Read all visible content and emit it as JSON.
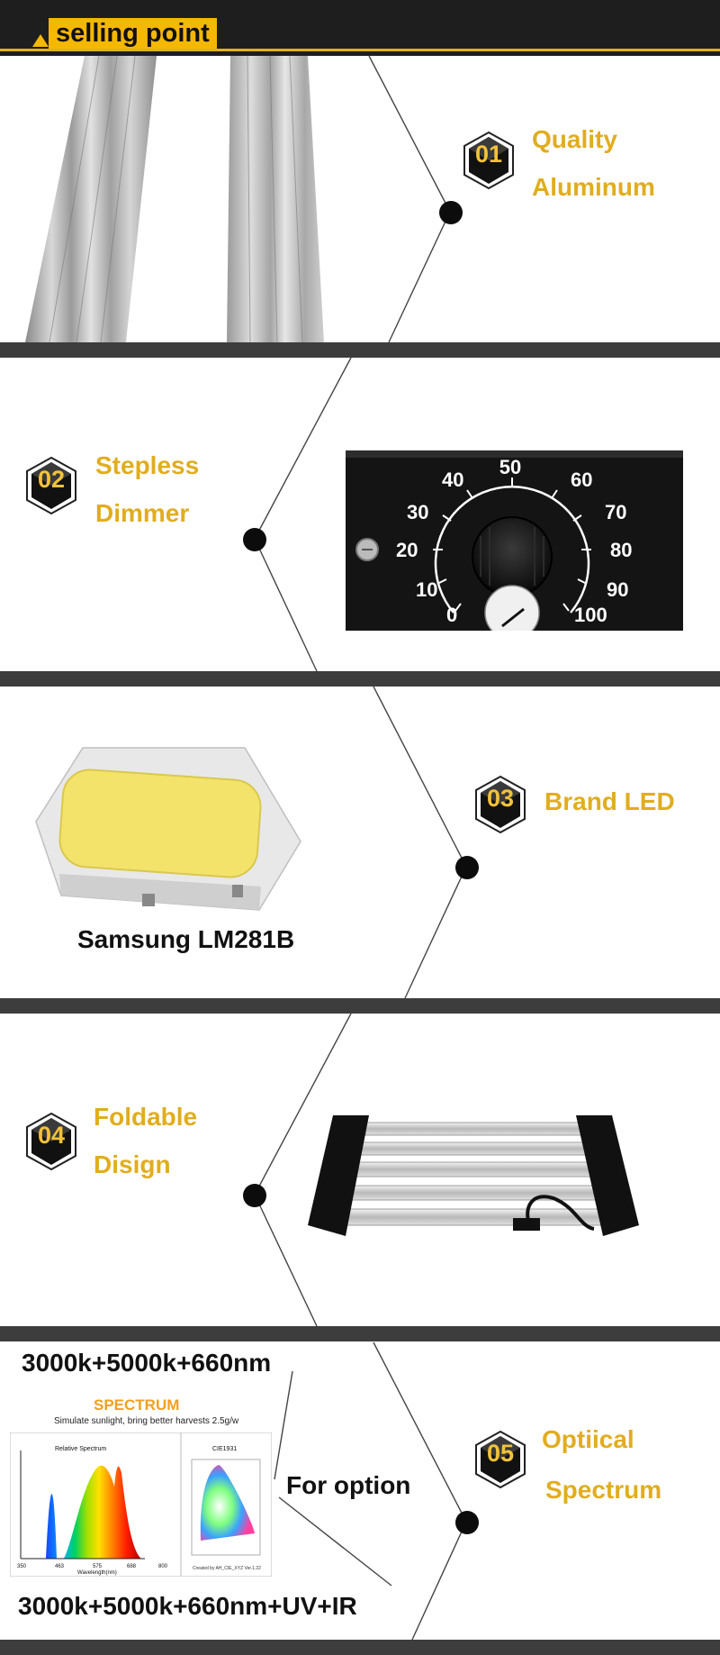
{
  "header": {
    "title": "selling point"
  },
  "features": [
    {
      "number": "01",
      "line1": "Quality",
      "line2": "Aluminum"
    },
    {
      "number": "02",
      "line1": "Stepless",
      "line2": "Dimmer"
    },
    {
      "number": "03",
      "line1": "Brand LED",
      "line2": ""
    },
    {
      "number": "04",
      "line1": "Foldable",
      "line2": "Disign"
    },
    {
      "number": "05",
      "line1": "Optiical",
      "line2": "Spectrum"
    }
  ],
  "dimmer": {
    "scale": [
      "0",
      "10",
      "20",
      "30",
      "40",
      "50",
      "60",
      "70",
      "80",
      "90",
      "100"
    ]
  },
  "led": {
    "caption": "Samsung LM281B"
  },
  "spectrum": {
    "option_a": "3000k+5000k+660nm",
    "option_b": "3000k+5000k+660nm+UV+IR",
    "for_option": "For option",
    "title": "SPECTRUM",
    "subtitle": "Simulate sunlight, bring better harvests 2.5g/w",
    "left_chart_title": "Relative Spectrum",
    "left_chart_xlabel": "Wavelength(nm)",
    "left_chart_ticks": [
      "350",
      "463",
      "575",
      "688",
      "800"
    ],
    "right_chart_title": "CIE1931",
    "right_chart_note": "Created by AH_CIE_XYZ Ver.1.22"
  },
  "colors": {
    "accent": "#e1ad1f",
    "header_bg": "#1e1e1e",
    "divider": "#3d3d3d"
  }
}
